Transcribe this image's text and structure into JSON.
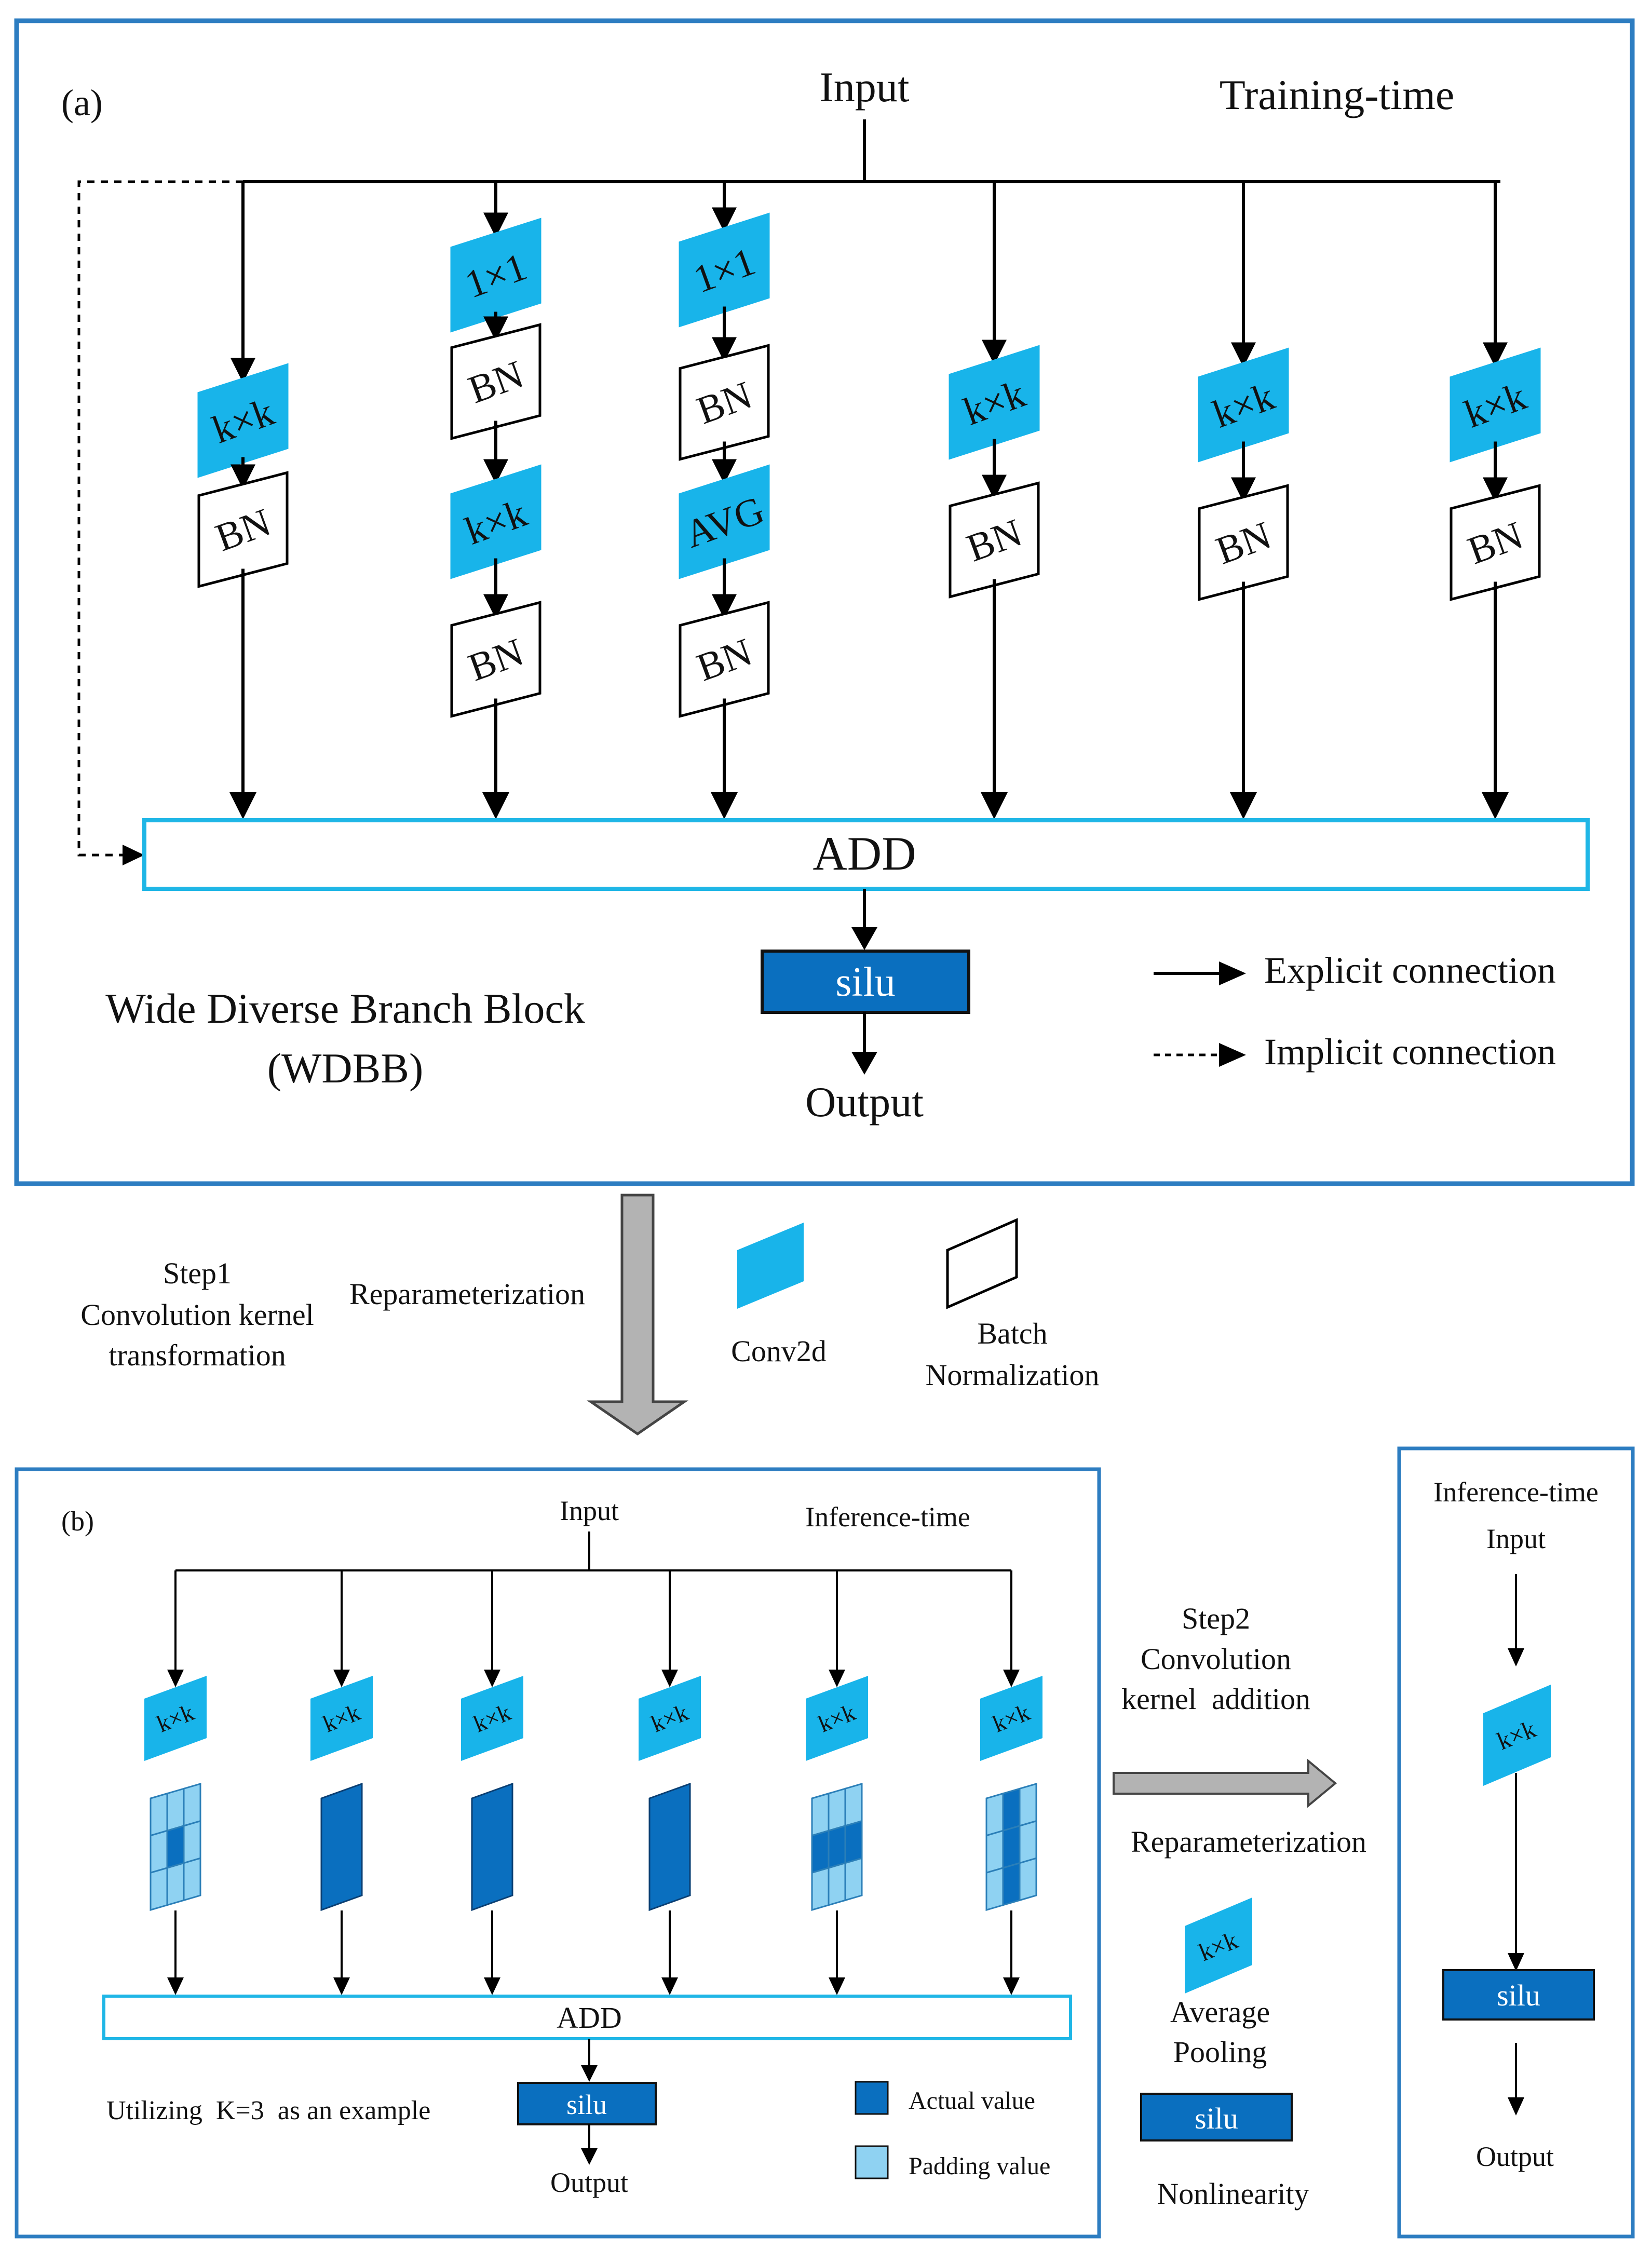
{
  "colors": {
    "frame": "#2d7dc1",
    "conv_fill": "#18b4ea",
    "add_border": "#1fb6e6",
    "silu_fill": "#0a6fbf",
    "actual_value": "#0a6fbf",
    "padding_value": "#8fd2f2",
    "gray_arrow": "#b3b3b3"
  },
  "panel_a": {
    "tag": "(a)",
    "input": "Input",
    "mode": "Training-time",
    "add": "ADD",
    "silu": "silu",
    "output": "Output",
    "block_name": "Wide Diverse Branch Block",
    "block_abbr": "(WDBB)",
    "legend": {
      "explicit": "Explicit connection",
      "implicit": "Implicit connection"
    },
    "branches": [
      [
        "k×k",
        "BN"
      ],
      [
        "1×1",
        "BN",
        "k×k",
        "BN"
      ],
      [
        "1×1",
        "BN",
        "AVG",
        "BN"
      ],
      [
        "k×k",
        "BN"
      ],
      [
        "k×k",
        "BN"
      ],
      [
        "k×k",
        "BN"
      ]
    ]
  },
  "middle": {
    "step1_line1": "Step1",
    "step1_line2": "Convolution kernel",
    "step1_line3": "transformation",
    "reparam": "Reparameterization",
    "conv_legend": "Conv2d",
    "bn_legend_line1": "Batch",
    "bn_legend_line2": "Normalization"
  },
  "panel_b": {
    "tag": "(b)",
    "input": "Input",
    "mode": "Inference-time",
    "kernel_label": "k×k",
    "add": "ADD",
    "silu": "silu",
    "output": "Output",
    "example": "Utilizing  K=3  as an example",
    "legend_actual": "Actual value",
    "legend_padding": "Padding value"
  },
  "step2": {
    "line1": "Step2",
    "line2": "Convolution",
    "line3": "kernel  addition",
    "reparam": "Reparameterization",
    "avgpool_kernel": "k×k",
    "avgpool_line1": "Average",
    "avgpool_line2": "Pooling",
    "silu": "silu",
    "nonlinearity": "Nonlinearity"
  },
  "panel_c": {
    "mode": "Inference-time",
    "input": "Input",
    "kernel": "k×k",
    "silu": "silu",
    "output": "Output"
  }
}
